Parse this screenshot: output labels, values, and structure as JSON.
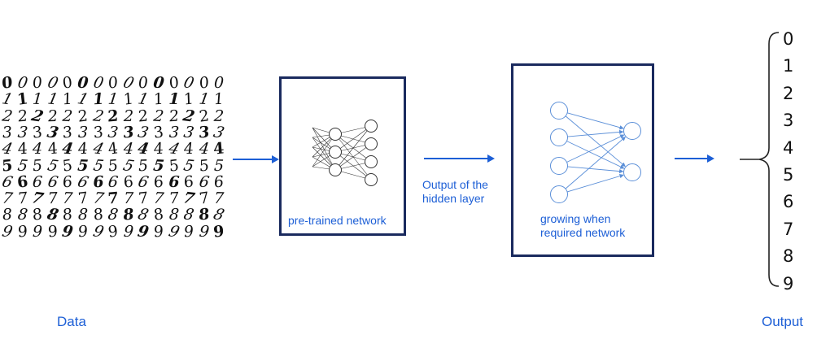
{
  "data_panel": {
    "label": "Data",
    "digit_rows": [
      "000000000000000",
      "111111111111111",
      "222222222222222",
      "333333333333333",
      "444444444444444",
      "555555555555555",
      "666666666666666",
      "777777777777777",
      "888888888888888",
      "999999999999999"
    ]
  },
  "pretrained_box": {
    "label": "pre-trained network"
  },
  "hidden_layer_label": {
    "line1": "Output of the",
    "line2": "hidden layer"
  },
  "growing_box": {
    "line1": "growing when",
    "line2": "required network"
  },
  "output_panel": {
    "label": "Output",
    "classes": [
      "0",
      "1",
      "2",
      "3",
      "4",
      "5",
      "6",
      "7",
      "8",
      "9"
    ]
  },
  "colors": {
    "accent_blue": "#1d5fd6",
    "box_border": "#1a2a5e",
    "network_lines_light": "#5b8fd8"
  }
}
